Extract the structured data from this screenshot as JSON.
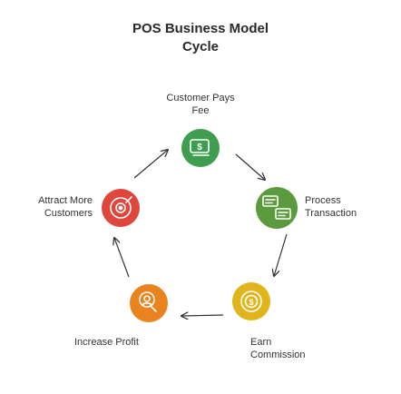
{
  "title": {
    "line1": "POS Business Model",
    "line2": "Cycle"
  },
  "steps": [
    {
      "line1": "Customer Pays",
      "line2": "Fee",
      "icon": "money-card-icon",
      "color": "#3f9d4f"
    },
    {
      "line1": "Process",
      "line2": "Transaction",
      "icon": "transaction-icon",
      "color": "#5b9a3d"
    },
    {
      "line1": "Earn",
      "line2": "Commission",
      "icon": "coin-icon",
      "color": "#e0b51c"
    },
    {
      "line1": "Increase Profit",
      "line2": "",
      "icon": "profit-person-icon",
      "color": "#e9831f"
    },
    {
      "line1": "Attract More",
      "line2": "Customers",
      "icon": "customer-target-icon",
      "color": "#e0473c"
    }
  ]
}
